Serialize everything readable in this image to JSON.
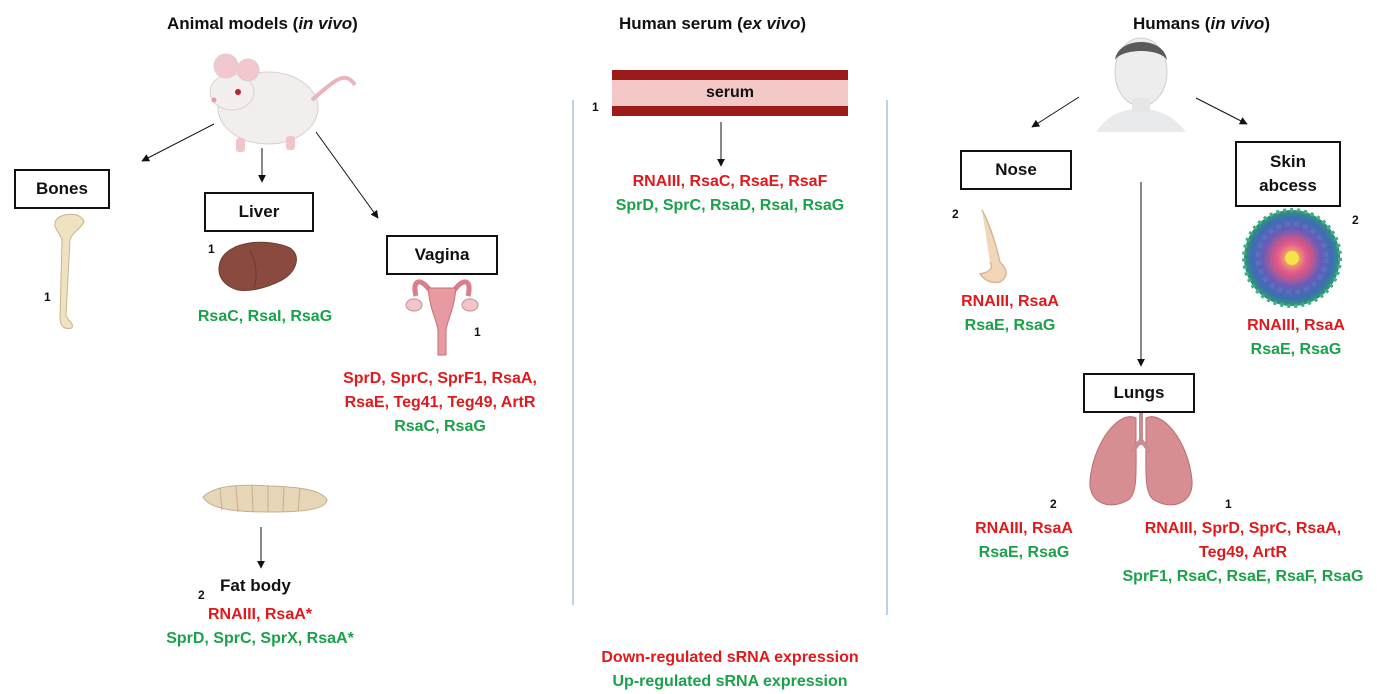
{
  "sections": {
    "animal": {
      "title_pre": "Animal models (",
      "title_em": "in vivo",
      "title_post": ")"
    },
    "serum": {
      "title_pre": "Human serum (",
      "title_em": "ex vivo",
      "title_post": ")"
    },
    "humans": {
      "title_pre": "Humans (",
      "title_em": "in vivo",
      "title_post": ")"
    }
  },
  "boxes": {
    "bones": "Bones",
    "liver": "Liver",
    "vagina": "Vagina",
    "serum": "serum",
    "nose": "Nose",
    "skin_line1": "Skin",
    "skin_line2": "abcess",
    "lungs": "Lungs",
    "fat_body": "Fat body"
  },
  "refs": {
    "bones": "1",
    "liver": "1",
    "vagina": "1",
    "fat_body": "2",
    "serum": "1",
    "nose": "2",
    "skin": "2",
    "lungs_left": "2",
    "lungs_right": "1"
  },
  "srna": {
    "liver": {
      "green": [
        "RsaC, RsaI, RsaG"
      ]
    },
    "vagina": {
      "red": [
        "SprD, SprC, SprF1, RsaA,",
        "RsaE, Teg41, Teg49, ArtR"
      ],
      "green": [
        "RsaC, RsaG"
      ]
    },
    "fat_body": {
      "red": [
        "RNAIII, RsaA*"
      ],
      "green": [
        "SprD, SprC, SprX, RsaA*"
      ]
    },
    "serum": {
      "red": [
        "RNAIII, RsaC, RsaE, RsaF"
      ],
      "green": [
        "SprD, SprC, RsaD, RsaI, RsaG"
      ]
    },
    "nose": {
      "red": [
        "RNAIII, RsaA"
      ],
      "green": [
        "RsaE, RsaG"
      ]
    },
    "skin": {
      "red": [
        "RNAIII, RsaA"
      ],
      "green": [
        "RsaE, RsaG"
      ]
    },
    "lungs_left": {
      "red": [
        "RNAIII, RsaA"
      ],
      "green": [
        "RsaE, RsaG"
      ]
    },
    "lungs_right": {
      "red": [
        "RNAIII, SprD, SprC, RsaA,",
        "Teg49, ArtR"
      ],
      "green": [
        "SprF1, RsaC, RsaE, RsaF, RsaG"
      ]
    }
  },
  "legend": {
    "down": "Down-regulated sRNA expression",
    "up": "Up-regulated sRNA expression"
  },
  "colors": {
    "down": "#e0191c",
    "up": "#1aa14a",
    "serum_band": "#9b1b1b"
  },
  "icons": [
    "mouse-icon",
    "bone-icon",
    "liver-icon",
    "uterus-icon",
    "larva-icon",
    "human-face-icon",
    "nose-icon",
    "abscess-icon",
    "lungs-icon"
  ]
}
